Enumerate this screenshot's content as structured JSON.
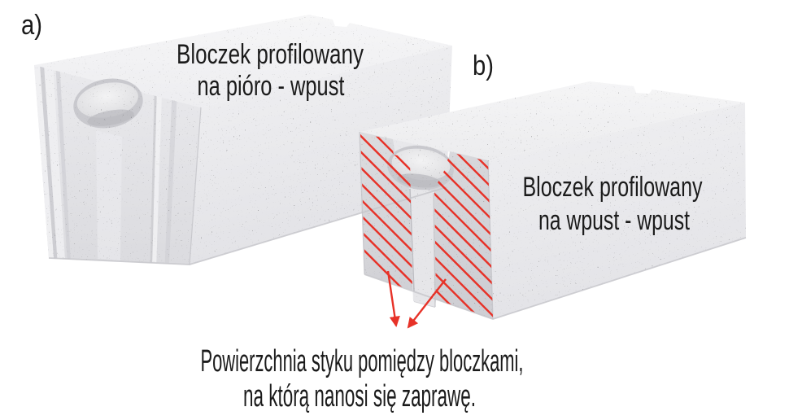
{
  "figure": {
    "panel_a": {
      "label": "a)",
      "block_title_line1": "Bloczek profilowany",
      "block_title_line2": "na pióro - wpust"
    },
    "panel_b": {
      "label": "b)",
      "block_title_line1": "Bloczek profilowany",
      "block_title_line2": "na wpust - wpust"
    },
    "caption": {
      "line1": "Powierzchnia styku pomiędzy bloczkami,",
      "line2": "na którą nanosi się zaprawę."
    },
    "colors": {
      "background": "#ffffff",
      "text_color": "#1b1b1b",
      "hatch_red": "#e73228",
      "block_light": "#f2f2f4",
      "block_mid": "#e8e8eb",
      "block_shadow": "#d4d4d8"
    }
  }
}
